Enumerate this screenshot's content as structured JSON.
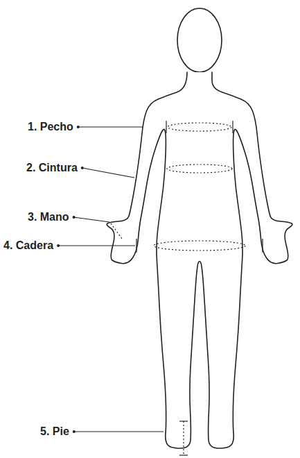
{
  "diagram": {
    "labels": [
      "1. Pecho",
      "2. Cintura",
      "3. Mano",
      "4. Cadera",
      "5. Pie"
    ]
  }
}
